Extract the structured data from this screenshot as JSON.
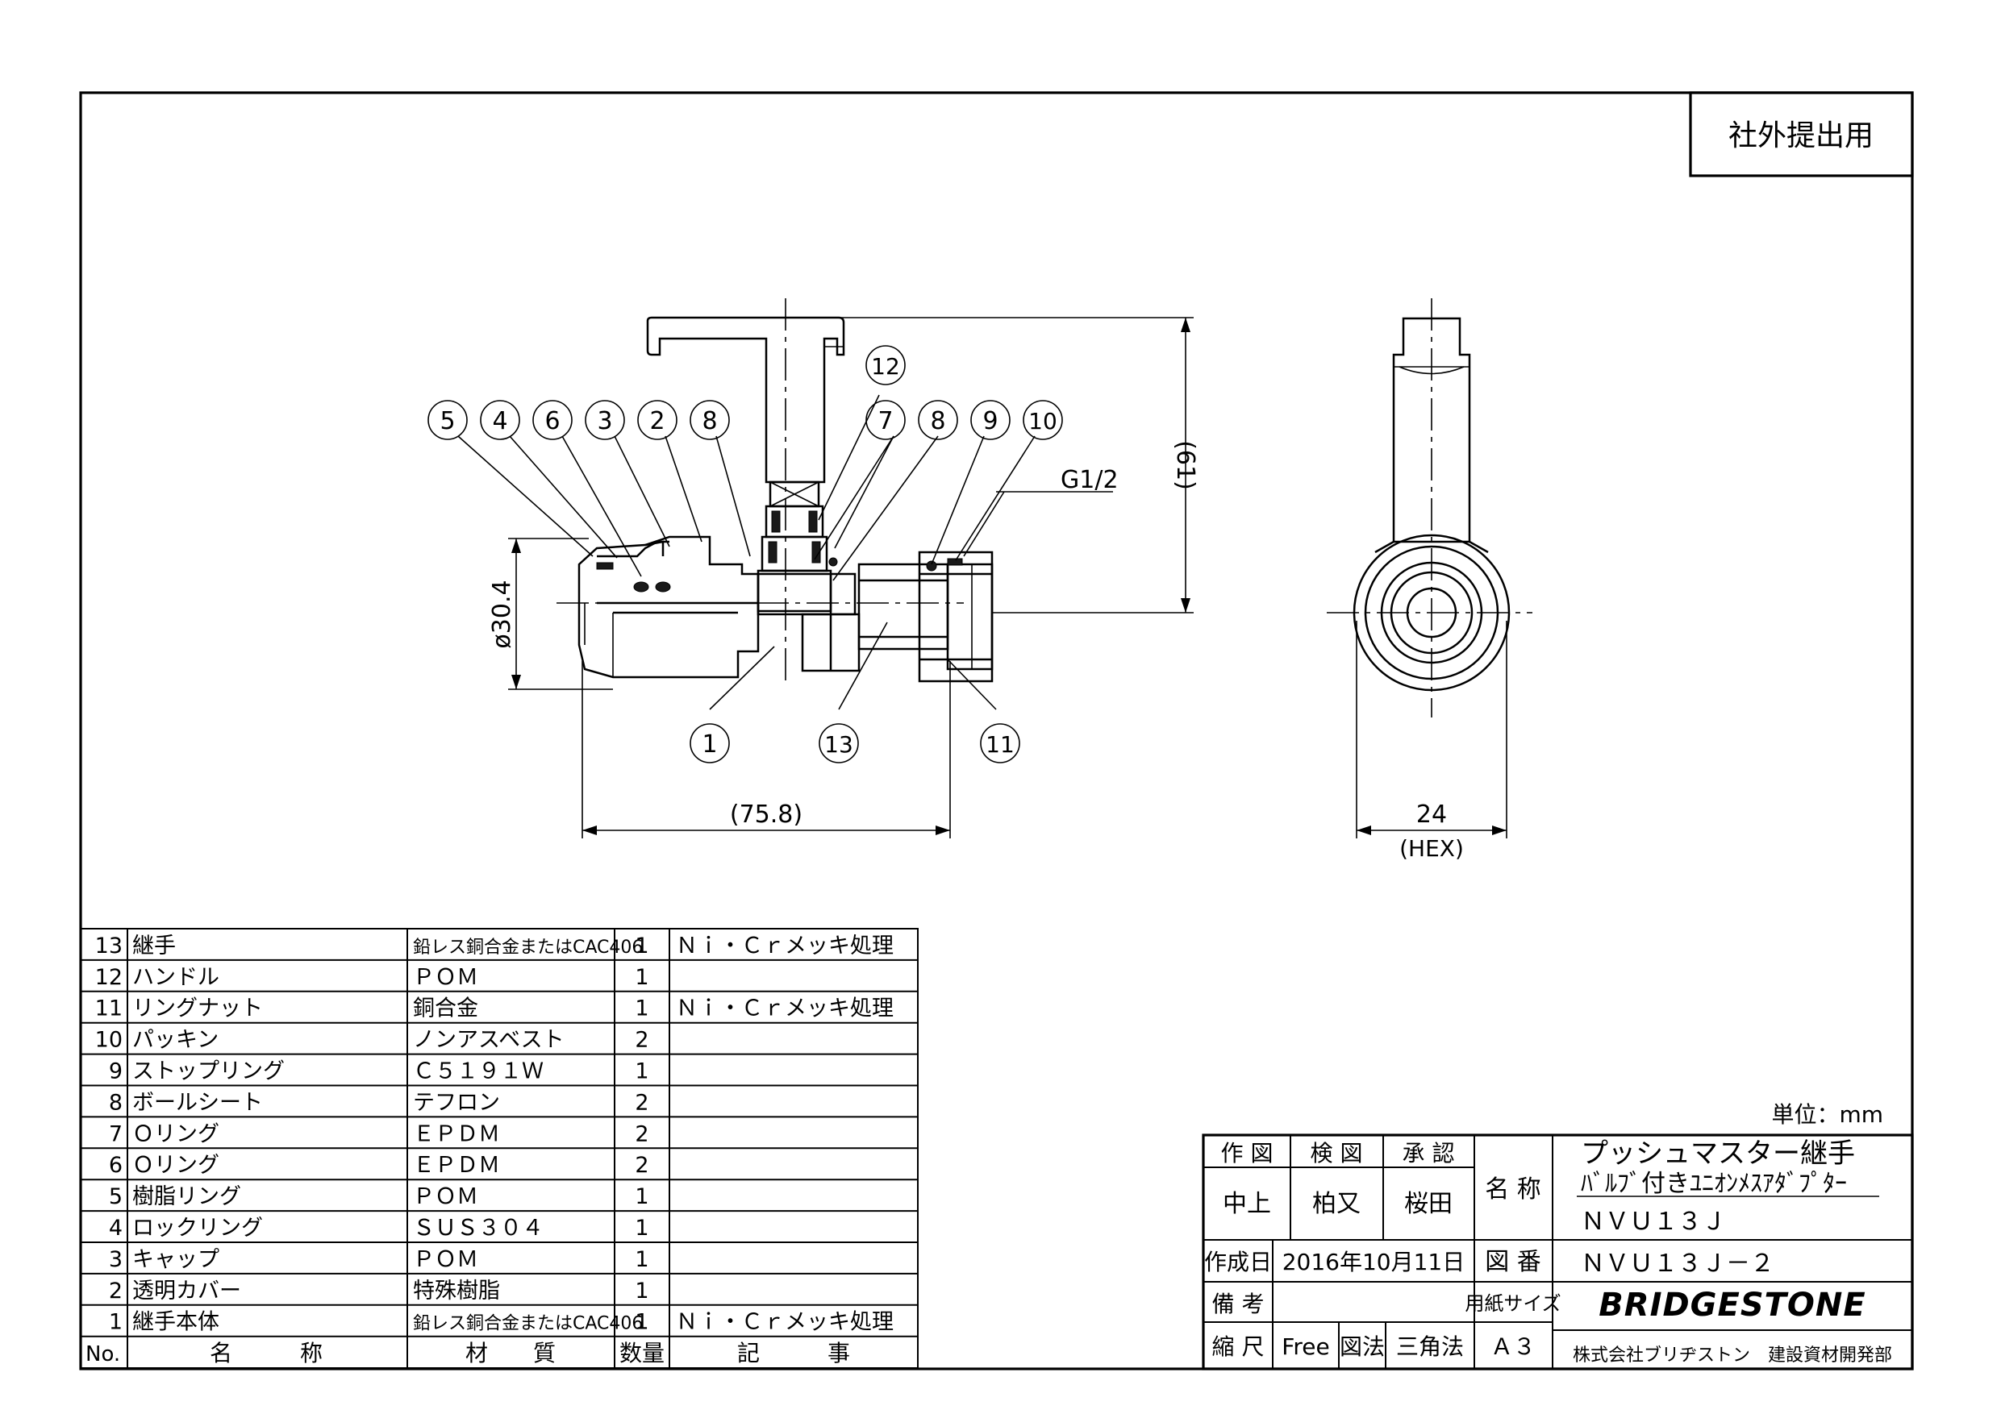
{
  "stamp": "社外提出用",
  "unit_note": "単位：mm",
  "callouts": {
    "top_row": [
      "5",
      "4",
      "6",
      "3",
      "2",
      "8",
      "7",
      "8",
      "9",
      "10"
    ],
    "handle": "12",
    "bottom_row": [
      "1",
      "13",
      "11"
    ]
  },
  "dimensions": {
    "height": "(61)",
    "diameter": "ø30.4",
    "length": "(75.8)",
    "thread": "G1/2",
    "hex": "24",
    "hex_label": "(HEX)"
  },
  "parts_header": {
    "no": "No.",
    "name": "名　　　称",
    "material": "材　　質",
    "qty": "数量",
    "remarks": "記　　　事"
  },
  "parts": [
    {
      "no": "13",
      "name": "継手",
      "material": "鉛レス銅合金またはCAC406",
      "qty": "1",
      "remarks": "Ｎｉ・Ｃｒメッキ処理"
    },
    {
      "no": "12",
      "name": "ハンドル",
      "material": "ＰＯＭ",
      "qty": "1",
      "remarks": ""
    },
    {
      "no": "11",
      "name": "リングナット",
      "material": "銅合金",
      "qty": "1",
      "remarks": "Ｎｉ・Ｃｒメッキ処理"
    },
    {
      "no": "10",
      "name": "パッキン",
      "material": "ノンアスベスト",
      "qty": "2",
      "remarks": ""
    },
    {
      "no": "9",
      "name": "ストップリング",
      "material": "Ｃ５１９１Ｗ",
      "qty": "1",
      "remarks": ""
    },
    {
      "no": "8",
      "name": "ボールシート",
      "material": "テフロン",
      "qty": "2",
      "remarks": ""
    },
    {
      "no": "7",
      "name": "Ｏリング",
      "material": "ＥＰＤＭ",
      "qty": "2",
      "remarks": ""
    },
    {
      "no": "6",
      "name": "Ｏリング",
      "material": "ＥＰＤＭ",
      "qty": "2",
      "remarks": ""
    },
    {
      "no": "5",
      "name": "樹脂リング",
      "material": "ＰＯＭ",
      "qty": "1",
      "remarks": ""
    },
    {
      "no": "4",
      "name": "ロックリング",
      "material": "ＳＵＳ３０４",
      "qty": "1",
      "remarks": ""
    },
    {
      "no": "3",
      "name": "キャップ",
      "material": "ＰＯＭ",
      "qty": "1",
      "remarks": ""
    },
    {
      "no": "2",
      "name": "透明カバー",
      "material": "特殊樹脂",
      "qty": "1",
      "remarks": ""
    },
    {
      "no": "1",
      "name": "継手本体",
      "material": "鉛レス銅合金またはCAC406",
      "qty": "1",
      "remarks": "Ｎｉ・Ｃｒメッキ処理"
    }
  ],
  "title_block": {
    "drawn_label": "作 図",
    "checked_label": "検 図",
    "approved_label": "承 認",
    "drawn_by": "中上",
    "checked_by": "柏又",
    "approved_by": "桜田",
    "name_label": "名 称",
    "product_line1": "プッシュマスター継手",
    "product_line2": "ﾊﾞﾙﾌﾞ付きﾕﾆｵﾝﾒｽｱﾀﾞﾌﾟﾀｰ",
    "product_code": "ＮＶＵ１３Ｊ",
    "date_label": "作成日",
    "date": "2016年10月11日",
    "drawing_no_label": "図 番",
    "drawing_no": "ＮＶＵ１３Ｊ－２",
    "notes_label": "備 考",
    "paper_label": "用紙サイズ",
    "scale_label": "縮 尺",
    "scale": "Free",
    "method_label": "図法",
    "method": "三角法",
    "paper_size": "Ａ３",
    "brand": "BRIDGESTONE",
    "company": "株式会社ブリヂストン　建設資材開発部"
  }
}
